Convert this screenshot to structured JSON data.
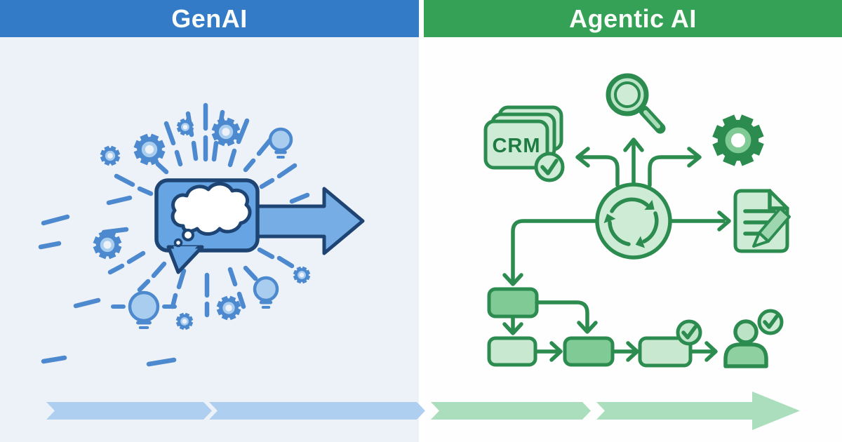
{
  "header": {
    "left_title": "GenAI",
    "right_title": "Agentic AI"
  },
  "left_panel": {
    "theme": "blue",
    "icons": [
      "burst-rays",
      "gear-icon",
      "lightbulb-icon",
      "speech-bubble-icon",
      "thought-cloud-icon",
      "forward-arrow-icon"
    ]
  },
  "right_panel": {
    "theme": "green",
    "crm_label": "CRM",
    "icons": [
      "crm-stack-icon",
      "check-badge-icon",
      "magnifier-icon",
      "gear-icon",
      "cycle-hub-icon",
      "document-pencil-icon",
      "flow-boxes",
      "person-icon"
    ]
  },
  "bottom_bar": {
    "segment_colors": [
      "#AFCFF1",
      "#AFCFF1",
      "#ABDEBD",
      "#ABDEBD"
    ],
    "direction": "left-to-right"
  },
  "colors": {
    "left_header": "#337AC7",
    "right_header": "#35A157",
    "left_bg": "#EDF1F8",
    "right_bg": "#FEFEFE",
    "blue_stroke": "#4C89CE",
    "blue_dark": "#1D4472",
    "blue_bubble": "#66A4E3",
    "blue_arrow": "#77ADE5",
    "blue_fill_light": "#A9CDEF",
    "green_stroke": "#2C8C4F",
    "green_fill_light": "#CDEBD5",
    "green_fill_mid": "#80CB95",
    "crm_text": "#1E7B41",
    "bar_blue": "#AFCFF1",
    "bar_green": "#ABDEBD"
  }
}
